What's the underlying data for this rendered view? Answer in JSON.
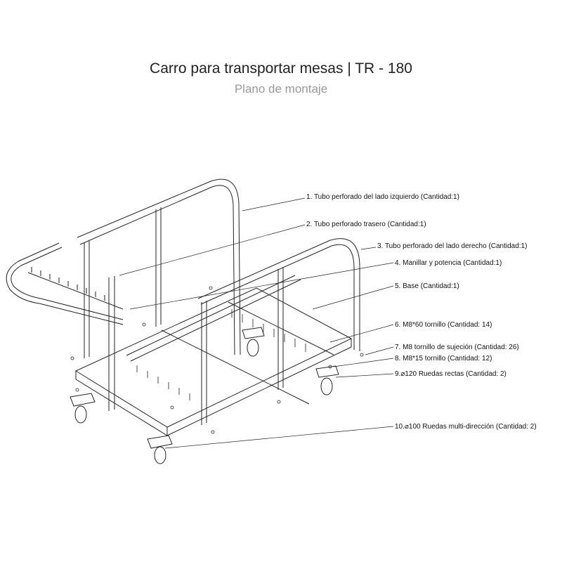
{
  "title": "Carro para transportar mesas | TR - 180",
  "subtitle": "Plano de montaje",
  "parts": [
    {
      "label": "1. Tubo perforado del lado izquierdo (Cantidad:1)"
    },
    {
      "label": "2. Tubo perforado trasero (Cantidad:1)"
    },
    {
      "label": "3. Tubo perforado del lado derecho (Cantidad:1)"
    },
    {
      "label": "4. Manillar y potencia (Cantidad:1)"
    },
    {
      "label": "5. Base (Cantidad:1)"
    },
    {
      "label": "6. M8*60 tornillo (Cantidad: 14)"
    },
    {
      "label": "7. M8 tornillo de sujeción (Cantidad: 26)"
    },
    {
      "label": "8. M8*15 tornillo (Cantidad: 12)"
    },
    {
      "label": "9.⌀120 Ruedas rectas (Cantidad: 2)"
    },
    {
      "label": "10.⌀100 Ruedas multi-dirección (Cantidad: 2)"
    }
  ]
}
